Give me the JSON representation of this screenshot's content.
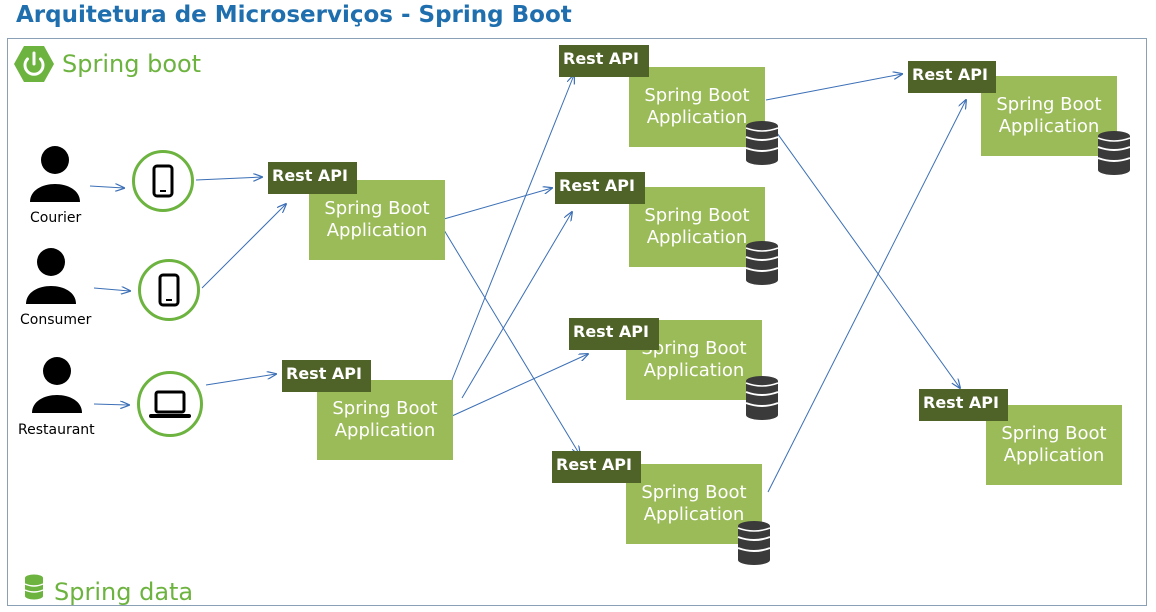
{
  "title": "Arquitetura de Microserviços - Spring Boot",
  "brand": {
    "spring_boot_label": "Spring boot",
    "spring_data_label": "Spring data",
    "spring_boot_icon": "power-icon",
    "spring_data_icon": "database-icon"
  },
  "actors": [
    {
      "label": "Courier",
      "icon": "person-icon",
      "device": "smartphone-icon"
    },
    {
      "label": "Consumer",
      "icon": "person-icon",
      "device": "smartphone-icon"
    },
    {
      "label": "Restaurant",
      "icon": "person-icon",
      "device": "laptop-icon"
    }
  ],
  "rest_label": "Rest API",
  "app_line1": "Spring Boot",
  "app_line2": "Application",
  "colors": {
    "title": "#1f6fae",
    "spring_green": "#6db33f",
    "app_box": "#9bbb59",
    "rest_tag": "#4f6228",
    "arrow": "#3b6fb6",
    "database": "#3a3a3a"
  }
}
